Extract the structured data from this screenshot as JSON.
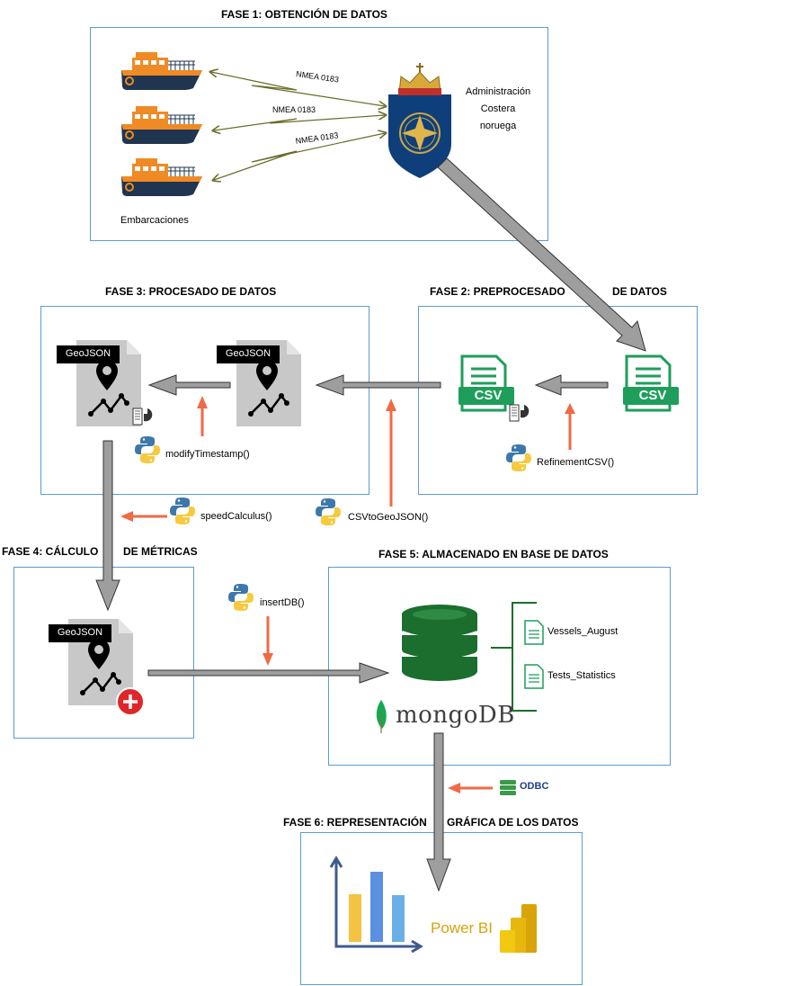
{
  "phases": {
    "p1": "FASE 1: OBTENCIÓN DE DATOS",
    "p2a": "FASE 2: PREPROCESADO",
    "p2b": "DE DATOS",
    "p3": "FASE 3: PROCESADO DE DATOS",
    "p4a": "FASE 4: CÁLCULO",
    "p4b": "DE MÉTRICAS",
    "p5": "FASE 5: ALMACENADO EN BASE DE DATOS",
    "p6a": "FASE 6: REPRESENTACIÓN",
    "p6b": "GRÁFICA DE LOS DATOS"
  },
  "labels": {
    "vessels": "Embarcaciones",
    "coastal_admin": "Administración\nCostera\nnoruega",
    "nmea1": "NMEA 0183",
    "nmea2": "NMEA 0183",
    "nmea3": "NMEA 0183",
    "csv": "CSV",
    "geojson": "GeoJSON",
    "refinement": "RefinementCSV()",
    "csv_to_geojson": "CSVtoGeoJSON()",
    "modify_timestamp": "modifyTimestamp()",
    "speed_calculus": "speedCalculus()",
    "insert_db": "insertDB()",
    "mongodb": "mongoDB",
    "collection1": "Vessels_August",
    "collection2": "Tests_Statistics",
    "odbc": "ODBC",
    "powerbi": "Power BI"
  },
  "colors": {
    "box_border": "#5b9bd5",
    "gray_arrow": "#9e9e9e",
    "orange_arrow": "#f06a44",
    "csv_green": "#1e9e5a",
    "db_green": "#1b6e2e",
    "mongo_leaf": "#13aa52",
    "boat_orange": "#f08a24",
    "boat_navy": "#1f3550",
    "badge_navy": "#0f3f7a",
    "powerbi_yellow": "#f2c811",
    "chart_axis": "#3f5b8c",
    "chart_bar1": "#f5c242",
    "chart_bar2": "#5b8fe0",
    "chart_bar3": "#6ab0e6",
    "odbc_blue": "#1d3f8f",
    "python_blue": "#3c78aa",
    "python_yellow": "#f7c93e",
    "nmea_line": "#6b6b2a"
  }
}
